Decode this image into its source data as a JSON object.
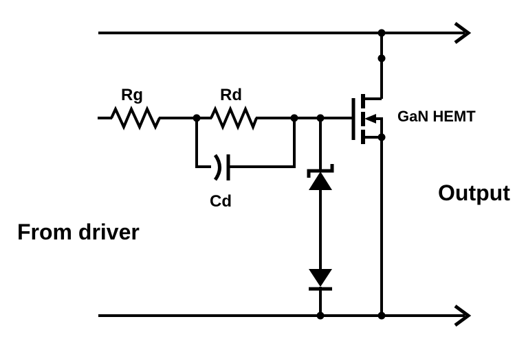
{
  "colors": {
    "background": "#ffffff",
    "ink": "#000000"
  },
  "labels": {
    "rg": "Rg",
    "rd": "Rd",
    "cd": "Cd",
    "transistor": "GaN HEMT",
    "output": "Output",
    "from_driver": "From driver"
  },
  "circuit": {
    "kind": "schematic",
    "description": "Gate-drive network feeding a GaN HEMT between two horizontal rails that exit right as arrows",
    "components": [
      {
        "id": "Rg",
        "type": "resistor",
        "label": "Rg",
        "placement": "series in gate line from driver"
      },
      {
        "id": "Rd",
        "type": "resistor",
        "label": "Rd",
        "placement": "series in gate line after Rg"
      },
      {
        "id": "Cd",
        "type": "capacitor",
        "label": "Cd",
        "placement": "parallel branch below Rd, curved plate on left"
      },
      {
        "id": "D1",
        "type": "zener-diode",
        "orientation": "cathode up toward gate node",
        "placement": "top of clamp branch"
      },
      {
        "id": "D2",
        "type": "diode",
        "orientation": "cathode down toward bottom rail",
        "placement": "bottom of clamp branch, anode-to-anode with D1"
      },
      {
        "id": "Q1",
        "type": "n-channel-mosfet",
        "label": "GaN HEMT",
        "placement": "drain to top rail, source to bottom rail, gate from Rd node"
      }
    ],
    "ports": [
      {
        "label": "From driver",
        "side": "left"
      },
      {
        "label": "Output",
        "side": "right",
        "arrows": 2
      }
    ]
  }
}
